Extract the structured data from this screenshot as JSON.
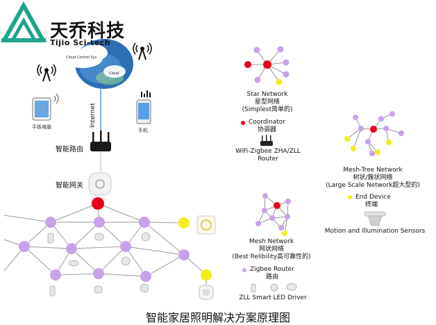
{
  "brand": {
    "name": "天乔科技",
    "subtitle": "Tijio Sci-tech"
  },
  "cloud": {
    "label1": "Cloud Control Sys",
    "label2": "Cloud"
  },
  "left_devices": {
    "tablet_label": "平板电脑",
    "phone_label": "手机",
    "internet_label": "Internet",
    "router_label": "智能路由",
    "gateway_label": "智能网关"
  },
  "star_network": {
    "title_en": "Star Network",
    "title_cn": "星型网络",
    "subtitle": "(Simplest简单的)",
    "legend_label_en": "Coordinator",
    "legend_label_cn": "协调器",
    "device_label_1": "WiFi-Zigbee ZHA/ZLL",
    "device_label_2": "Router"
  },
  "mesh_tree_network": {
    "title_en": "Mesh-Tree Network",
    "title_cn": "树状/簇状网络",
    "subtitle": "(Large Scale Network超大型的)",
    "legend_label_en": "End Device",
    "legend_label_cn": "终端",
    "device_label": "Motion and illumination Sensors"
  },
  "mesh_network": {
    "title_en": "Mesh Network",
    "title_cn": "网状网络",
    "subtitle": "(Best Relibility高可靠性的)",
    "legend_label_en": "Zigbee Router",
    "legend_label_cn": "路由",
    "device_label": "ZLL Smart LED Driver"
  },
  "caption": "智能家居照明解决方案原理图",
  "colors": {
    "coordinator": "#e8001c",
    "router": "#c8a2e8",
    "end_device": "#f2ee1c",
    "logo": "#1fa58c",
    "link_left": "#999999",
    "internet_line": "#7fb2dc"
  },
  "icons": [
    "logo-icon",
    "antenna-icon",
    "cloud-icon",
    "globe-icon",
    "tablet-icon",
    "phone-icon",
    "router-icon",
    "gateway-icon",
    "lamp-icon",
    "sensor-icon",
    "led-driver-icon"
  ]
}
